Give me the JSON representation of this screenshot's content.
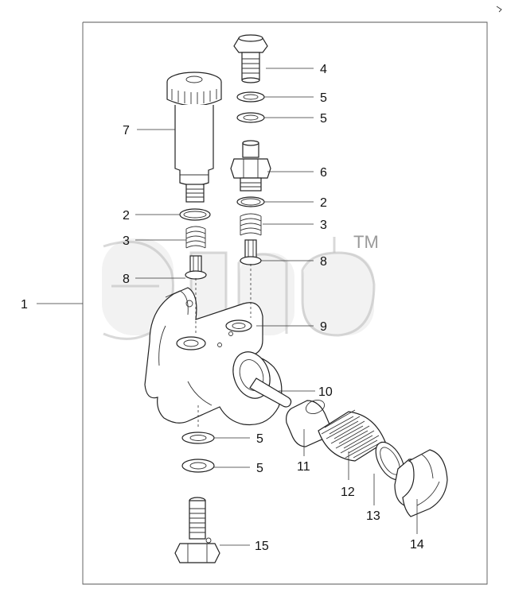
{
  "diagram": {
    "labels": {
      "assembly": "1",
      "ring_upper": "2",
      "ring_lower": "2",
      "spring_left": "3",
      "spring_right": "3",
      "banjo_bolt": "4",
      "washer_a": "5",
      "washer_b": "5",
      "washer_c": "5",
      "washer_d": "5",
      "union": "6",
      "hand_primer": "7",
      "valve_left": "8",
      "valve_right": "8",
      "body": "9",
      "pushrod": "10",
      "sleeve": "11",
      "strainer": "12",
      "gasket": "13",
      "plug": "14",
      "banjo_bolt_lower": "15"
    },
    "watermark_text": "TM"
  }
}
